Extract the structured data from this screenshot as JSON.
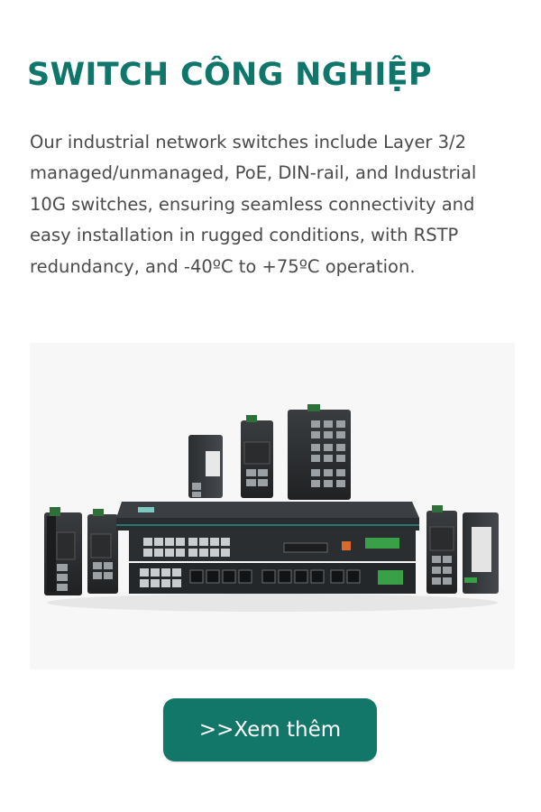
{
  "section": {
    "title": "SWITCH CÔNG NGHIỆP",
    "description": "Our industrial network switches include Layer 3/2 managed/unmanaged, PoE, DIN-rail, and Industrial 10G switches, ensuring seamless connectivity and easy installation in rugged conditions, with RSTP redundancy, and -40ºC to +75ºC operation.",
    "image": "industrial-switches-product-photo",
    "cta_label": ">>Xem thêm"
  },
  "colors": {
    "brand": "#0f766b",
    "button": "#127669",
    "text": "#4a4a4a",
    "image_bg": "#f7f7f7"
  }
}
